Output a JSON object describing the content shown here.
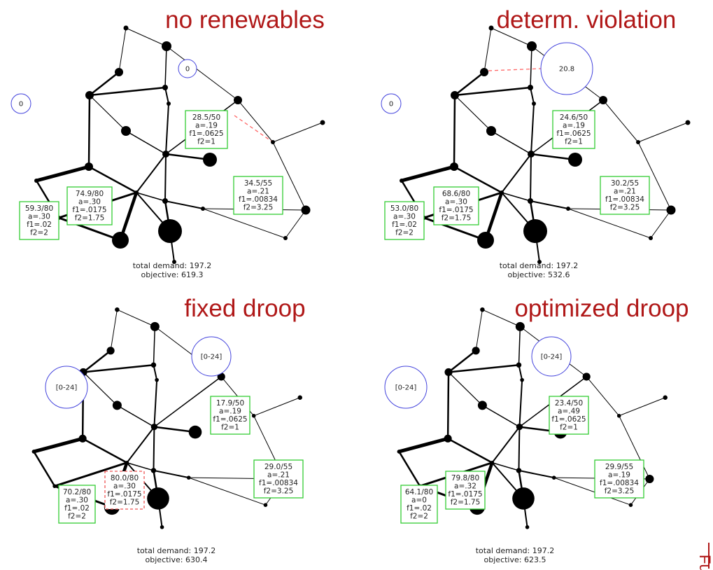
{
  "panels": [
    {
      "title": "no renewables",
      "renewables": [
        "0",
        "0"
      ],
      "generators": [
        {
          "lines": [
            "28.5/50",
            "a=.19",
            "f1=.0625",
            "f2=1"
          ],
          "violated": false
        },
        {
          "lines": [
            "34.5/55",
            "a=.21",
            "f1=.00834",
            "f2=3.25"
          ],
          "violated": false
        },
        {
          "lines": [
            "74.9/80",
            "a=.30",
            "f1=.0175",
            "f2=1.75"
          ],
          "violated": false
        },
        {
          "lines": [
            "59.3/80",
            "a=.30",
            "f1=.02",
            "f2=2"
          ],
          "violated": false
        }
      ],
      "demand": "total demand: 197.2",
      "objective": "objective: 619.3"
    },
    {
      "title": "determ. violation",
      "renewables": [
        "20.8",
        "0"
      ],
      "generators": [
        {
          "lines": [
            "24.6/50",
            "a=.19",
            "f1=.0625",
            "f2=1"
          ],
          "violated": false
        },
        {
          "lines": [
            "30.2/55",
            "a=.21",
            "f1=.00834",
            "f2=3.25"
          ],
          "violated": false
        },
        {
          "lines": [
            "68.6/80",
            "a=.30",
            "f1=.0175",
            "f2=1.75"
          ],
          "violated": false
        },
        {
          "lines": [
            "53.0/80",
            "a=.30",
            "f1=.02",
            "f2=2"
          ],
          "violated": false
        }
      ],
      "demand": "total demand: 197.2",
      "objective": "objective: 532.6"
    },
    {
      "title": "fixed droop",
      "renewables": [
        "[0-24]",
        "[0-24]"
      ],
      "generators": [
        {
          "lines": [
            "17.9/50",
            "a=.19",
            "f1=.0625",
            "f2=1"
          ],
          "violated": false
        },
        {
          "lines": [
            "29.0/55",
            "a=.21",
            "f1=.00834",
            "f2=3.25"
          ],
          "violated": false
        },
        {
          "lines": [
            "80.0/80",
            "a=.30",
            "f1=.0175",
            "f2=1.75"
          ],
          "violated": true
        },
        {
          "lines": [
            "70.2/80",
            "a=.30",
            "f1=.02",
            "f2=2"
          ],
          "violated": false
        }
      ],
      "demand": "total demand: 197.2",
      "objective": "objective: 630.4"
    },
    {
      "title": "optimized droop",
      "renewables": [
        "[0-24]",
        "[0-24]"
      ],
      "generators": [
        {
          "lines": [
            "23.4/50",
            "a=.49",
            "f1=.0625",
            "f2=1"
          ],
          "violated": false
        },
        {
          "lines": [
            "29.9/55",
            "a=.19",
            "f1=.00834",
            "f2=3.25"
          ],
          "violated": false
        },
        {
          "lines": [
            "79.8/80",
            "a=.32",
            "f1=.0175",
            "f2=1.75"
          ],
          "violated": false
        },
        {
          "lines": [
            "64.1/80",
            "a=0",
            "f1=.02",
            "f2=2"
          ],
          "violated": false
        }
      ],
      "demand": "total demand: 197.2",
      "objective": "objective: 623.5"
    }
  ],
  "corner_text": "Fu",
  "colors": {
    "title": "#b01818",
    "node": "#000000",
    "edge": "#000000",
    "box_ok": "#33cc33",
    "box_violation": "#ee5555",
    "renewable": "#4444dd",
    "violated_line": "#ff6666"
  }
}
